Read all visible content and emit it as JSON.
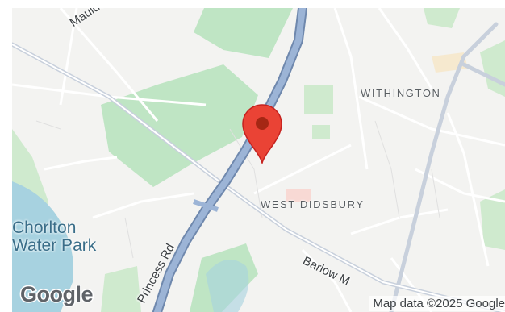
{
  "map": {
    "labels": {
      "withington": "WITHINGTON",
      "west_didsbury": "WEST DIDSBURY",
      "mauldeth_rd": "Mauldeth Rd W",
      "princess_rd": "Princess Rd",
      "barlow_moor_rd": "Barlow M",
      "chorlton_water_park": "Chorlton\nWater Park"
    },
    "logo": "Google",
    "attribution": "Map data ©2025 Google",
    "colors": {
      "land": "#f3f3f1",
      "park": "#bfe5c4",
      "water": "#a7d2e0",
      "highway": "#8ea7cc",
      "road": "#ffffff",
      "marker": "#ea4335"
    },
    "marker": {
      "icon": "map-pin-icon"
    }
  }
}
